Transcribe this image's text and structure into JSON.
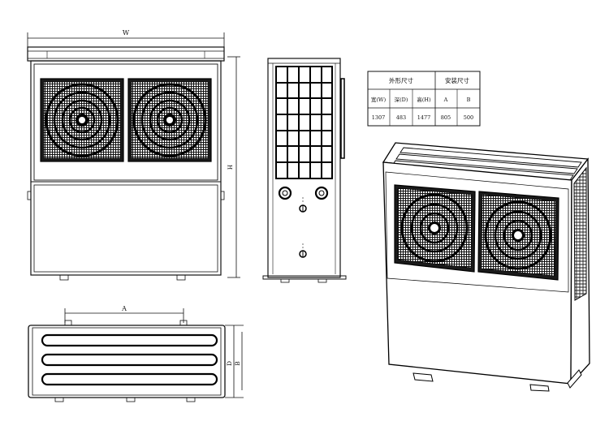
{
  "drawing": {
    "front_view": {
      "width_label": "W",
      "height_label": "H"
    },
    "plan_view": {
      "a_label": "A",
      "b_label": "B",
      "d_label": "D"
    }
  },
  "dimension_table": {
    "group_outline": "外形尺寸",
    "group_install": "安装尺寸",
    "headers": [
      "宽(W)",
      "深(D)",
      "高(H)",
      "A",
      "B"
    ],
    "values": [
      "1307",
      "483",
      "1477",
      "805",
      "500"
    ]
  }
}
